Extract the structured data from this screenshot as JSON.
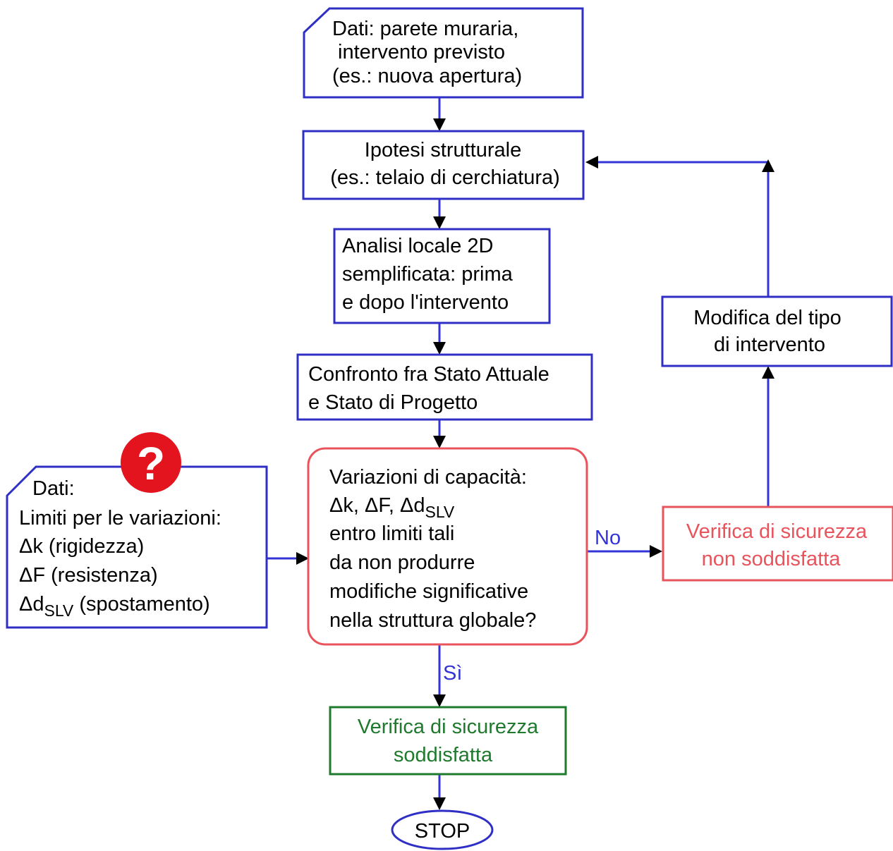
{
  "colors": {
    "connector": "#3434d6",
    "box_border": "#2f2fc6",
    "decision_border": "#e8535c",
    "fail_text": "#e8535c",
    "success_border": "#1f7a2e",
    "success_text": "#1f7a2e",
    "branch_label": "#3434d6",
    "question_badge": "#e3141d"
  },
  "nodes": {
    "input_data": {
      "lines": [
        "Dati: parete muraria,",
        "intervento previsto",
        "(es.: nuova apertura)"
      ]
    },
    "structural_hypothesis": {
      "lines": [
        "Ipotesi strutturale",
        "(es.: telaio di cerchiatura)"
      ]
    },
    "local_analysis": {
      "lines": [
        "Analisi locale 2D",
        "semplificata: prima",
        "e dopo l'intervento"
      ]
    },
    "comparison": {
      "lines": [
        "Confronto fra Stato Attuale",
        "e Stato di Progetto"
      ]
    },
    "limits_data": {
      "title": "Dati:",
      "line1": "Limiti per le variazioni:",
      "line2": "Δk (rigidezza)",
      "line3": "ΔF (resistenza)",
      "line4_main": "Δd",
      "line4_sub": "SLV",
      "line4_rest": " (spostamento)",
      "badge_icon": "question-mark-icon",
      "badge_glyph": "?"
    },
    "decision": {
      "line1": "Variazioni di capacità:",
      "line2_main": "Δk, ΔF, Δd",
      "line2_sub": "SLV",
      "line3": "entro limiti tali",
      "line4": "da non produrre",
      "line5": "modifiche significative",
      "line6": "nella struttura globale?"
    },
    "fail": {
      "lines": [
        "Verifica di sicurezza",
        "non soddisfatta"
      ]
    },
    "modify": {
      "lines": [
        "Modifica del tipo",
        "di intervento"
      ]
    },
    "success": {
      "lines": [
        "Verifica di sicurezza",
        "soddisfatta"
      ]
    },
    "stop": {
      "label": "STOP"
    }
  },
  "branches": {
    "no": "No",
    "yes": "Sì"
  }
}
